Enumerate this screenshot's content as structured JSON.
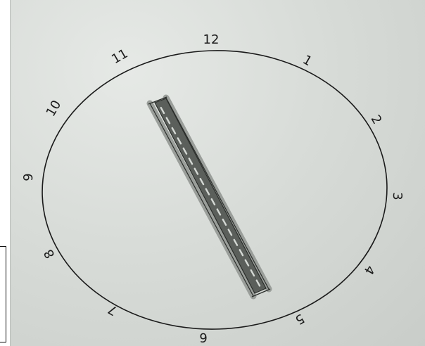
{
  "diagram": {
    "numbers": [
      "12",
      "1",
      "2",
      "3",
      "4",
      "5",
      "6",
      "7",
      "8",
      "9",
      "10",
      "11"
    ]
  },
  "colors": {
    "paper": "#d9ddd9",
    "ink": "#1a1a1a",
    "bar_fill": "#5b5f5b",
    "bar_edge": "#9a9e9a"
  }
}
